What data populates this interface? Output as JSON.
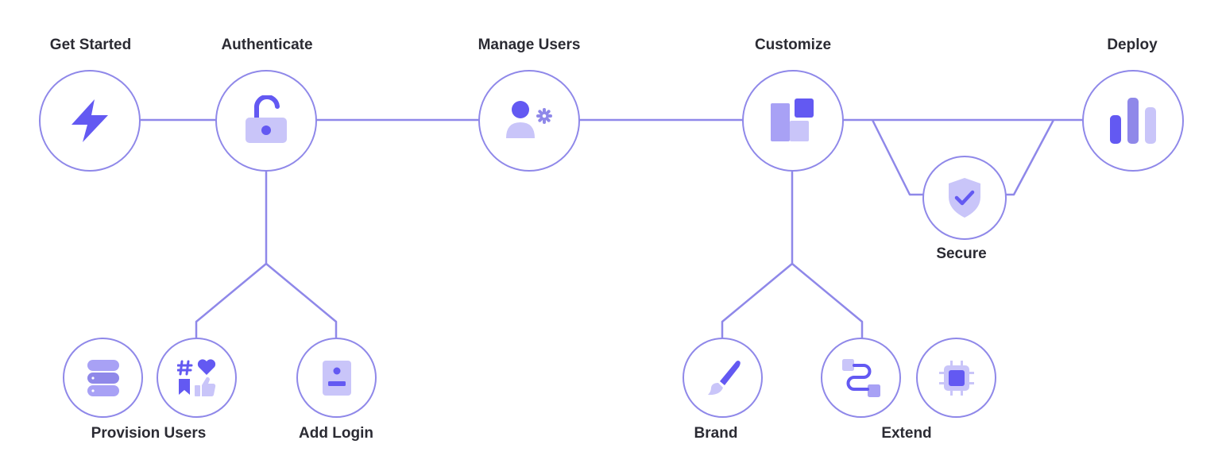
{
  "colors": {
    "line": "#8f88e9",
    "accent": "#6359f2",
    "accent_light": "#c9c5f9",
    "accent_mid": "#a8a1f5",
    "text": "#2b2b33"
  },
  "stages": {
    "get_started": {
      "label": "Get Started",
      "icon": "lightning-bolt-icon"
    },
    "authenticate": {
      "label": "Authenticate",
      "icon": "unlocked-padlock-icon"
    },
    "manage_users": {
      "label": "Manage Users",
      "icon": "user-settings-icon"
    },
    "customize": {
      "label": "Customize",
      "icon": "layout-blocks-icon"
    },
    "deploy": {
      "label": "Deploy",
      "icon": "bar-chart-icon"
    },
    "secure": {
      "label": "Secure",
      "icon": "shield-check-icon"
    }
  },
  "sub_steps": {
    "provision_users": {
      "label": "Provision Users",
      "icons": [
        "database-icon",
        "social-icons-icon"
      ]
    },
    "add_login": {
      "label": "Add Login",
      "icon": "login-form-icon"
    },
    "brand": {
      "label": "Brand",
      "icon": "paintbrush-icon"
    },
    "extend": {
      "label": "Extend",
      "icons": [
        "workflow-icon",
        "chip-icon"
      ]
    }
  }
}
